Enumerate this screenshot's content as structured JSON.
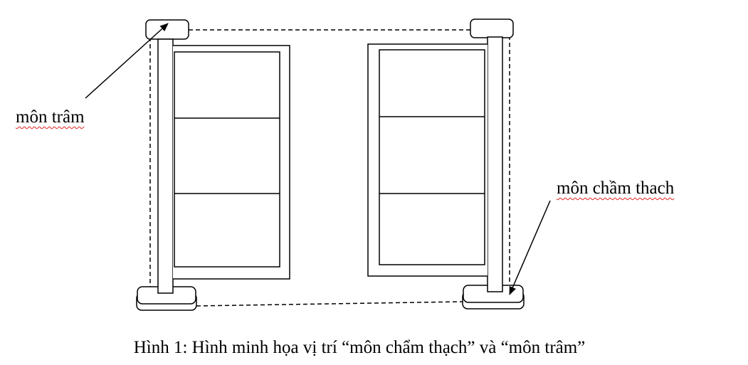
{
  "labels": {
    "mon_tram": "môn trâm",
    "mon_cham_thach": "môn chầm thach"
  },
  "caption": "Hình 1: Hình minh họa vị trí “môn chẩm thạch” và “môn trâm”"
}
